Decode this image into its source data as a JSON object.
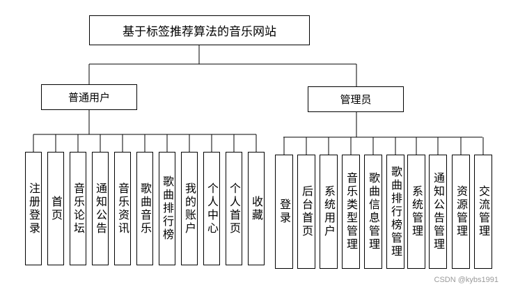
{
  "root": {
    "label": "基于标签推荐算法的音乐网站"
  },
  "user": {
    "label": "普通用户",
    "items": [
      "注册登录",
      "首页",
      "音乐论坛",
      "通知公告",
      "音乐资讯",
      "歌曲音乐",
      "歌曲排行榜",
      "我的账户",
      "个人中心",
      "个人首页",
      "收藏"
    ]
  },
  "admin": {
    "label": "管理员",
    "items": [
      "登录",
      "后台首页",
      "系统用户",
      "音乐类型管理",
      "歌曲信息管理",
      "歌曲排行榜管理",
      "系统管理",
      "通知公告管理",
      "资源管理",
      "交流管理"
    ]
  },
  "watermark": "CSDN @kybs1991"
}
